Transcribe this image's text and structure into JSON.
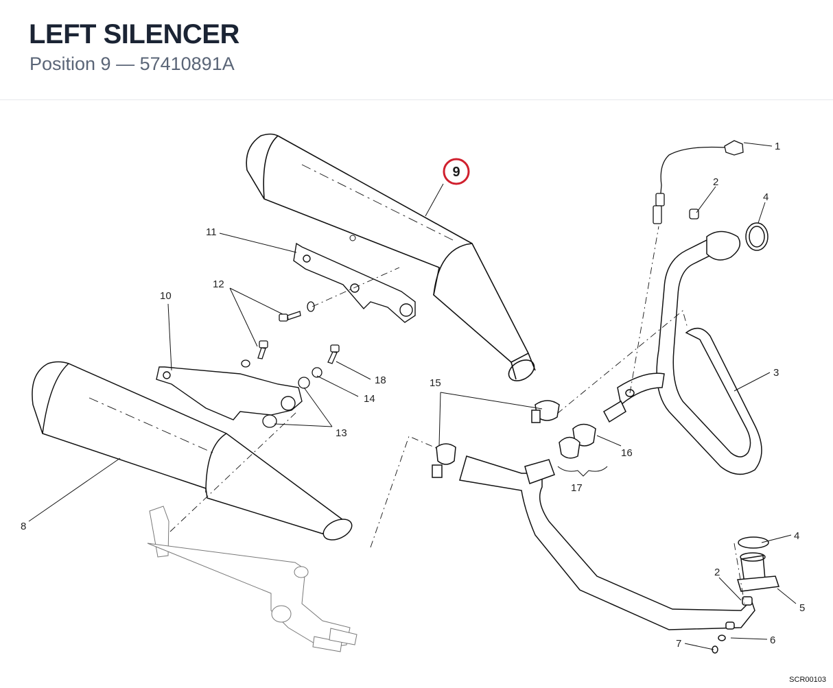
{
  "header": {
    "title": "LEFT SILENCER",
    "subtitle": "Position 9 — 57410891A"
  },
  "diagram": {
    "highlight": {
      "label": "9",
      "color": "#d0202e"
    },
    "callouts": [
      {
        "id": "c1",
        "label": "1"
      },
      {
        "id": "c2a",
        "label": "2"
      },
      {
        "id": "c4a",
        "label": "4"
      },
      {
        "id": "c3",
        "label": "3"
      },
      {
        "id": "c16",
        "label": "16"
      },
      {
        "id": "c17",
        "label": "17"
      },
      {
        "id": "c15",
        "label": "15"
      },
      {
        "id": "c11",
        "label": "11"
      },
      {
        "id": "c12",
        "label": "12"
      },
      {
        "id": "c10",
        "label": "10"
      },
      {
        "id": "c18",
        "label": "18"
      },
      {
        "id": "c14",
        "label": "14"
      },
      {
        "id": "c13",
        "label": "13"
      },
      {
        "id": "c8",
        "label": "8"
      },
      {
        "id": "c4b",
        "label": "4"
      },
      {
        "id": "c2b",
        "label": "2"
      },
      {
        "id": "c5",
        "label": "5"
      },
      {
        "id": "c6",
        "label": "6"
      },
      {
        "id": "c7",
        "label": "7"
      }
    ],
    "drawing_code": "SCR00103"
  }
}
